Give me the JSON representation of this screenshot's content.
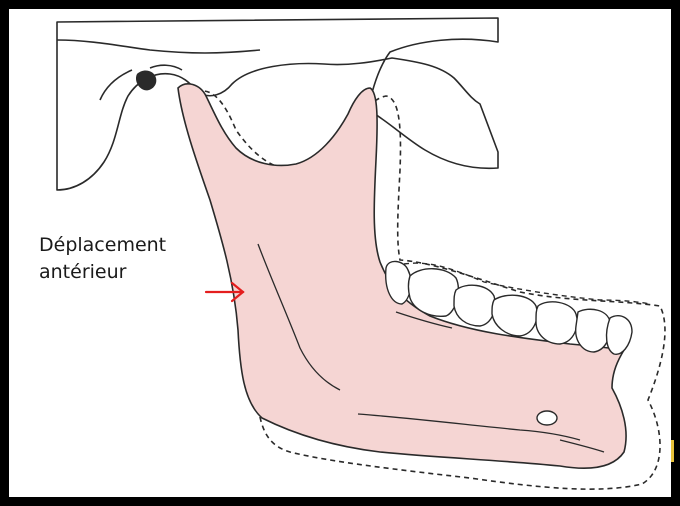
{
  "annotation": {
    "line1": "Déplacement",
    "line2": "antérieur"
  },
  "colors": {
    "frame": "#000000",
    "mandible_fill": "#f5d5d3",
    "outline": "#2a2a2a",
    "arrow": "#e41e1e",
    "edge_mark": "#e8c23a"
  },
  "icons": {
    "arrow": "red-right-arrow",
    "mandible": "mandible-illustration",
    "previous_position": "dashed-outline"
  }
}
